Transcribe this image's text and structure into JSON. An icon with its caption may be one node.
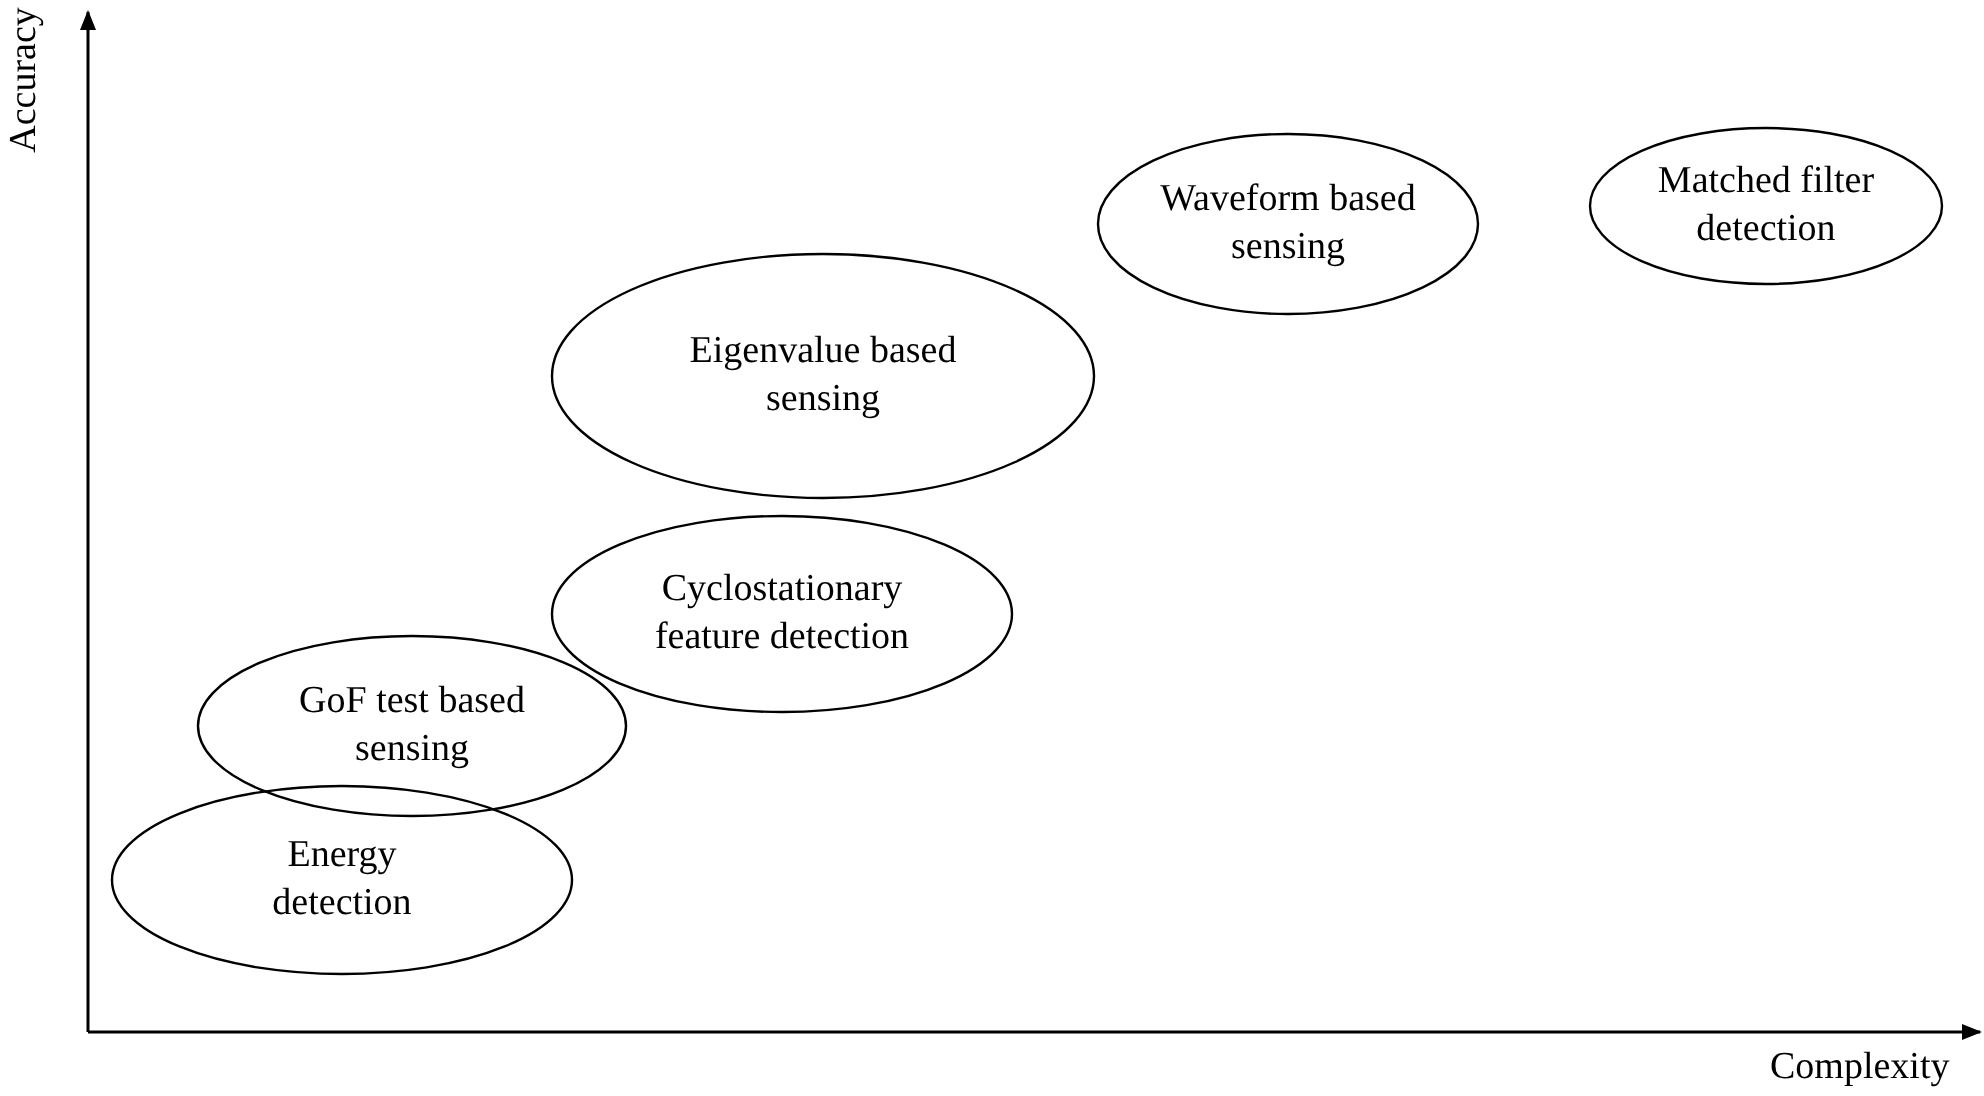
{
  "diagram": {
    "nodes": [
      {
        "text": [
          "Energy detection"
        ]
      },
      {
        "text": [
          "GoF test based sensing"
        ]
      },
      {
        "text": [
          "Cyclostationary feature detection"
        ]
      },
      {
        "text": [
          "Eigenvalue based sensing"
        ]
      },
      {
        "text": [
          "Waveform based sensing"
        ]
      },
      {
        "text": [
          "Matched filter detection"
        ]
      }
    ],
    "labels": [
      "Accuracy",
      "Complexity"
    ]
  }
}
